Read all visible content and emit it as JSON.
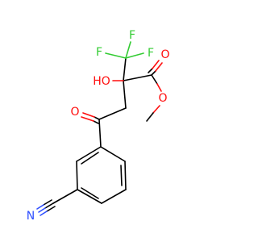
{
  "molecule": {
    "atoms": {
      "f1": {
        "symbol": "F",
        "color": "#33cc33"
      },
      "f2": {
        "symbol": "F",
        "color": "#33cc33"
      },
      "f3": {
        "symbol": "F",
        "color": "#33cc33"
      },
      "hydroxyl": {
        "symbol": "HO",
        "color": "#ff0d0d"
      },
      "ketone_o": {
        "symbol": "O",
        "color": "#ff0d0d"
      },
      "ester_carbonyl_o": {
        "symbol": "O",
        "color": "#ff0d0d"
      },
      "ester_o": {
        "symbol": "O",
        "color": "#ff0d0d"
      },
      "nitrile_n": {
        "symbol": "N",
        "color": "#2f4fff"
      }
    }
  }
}
